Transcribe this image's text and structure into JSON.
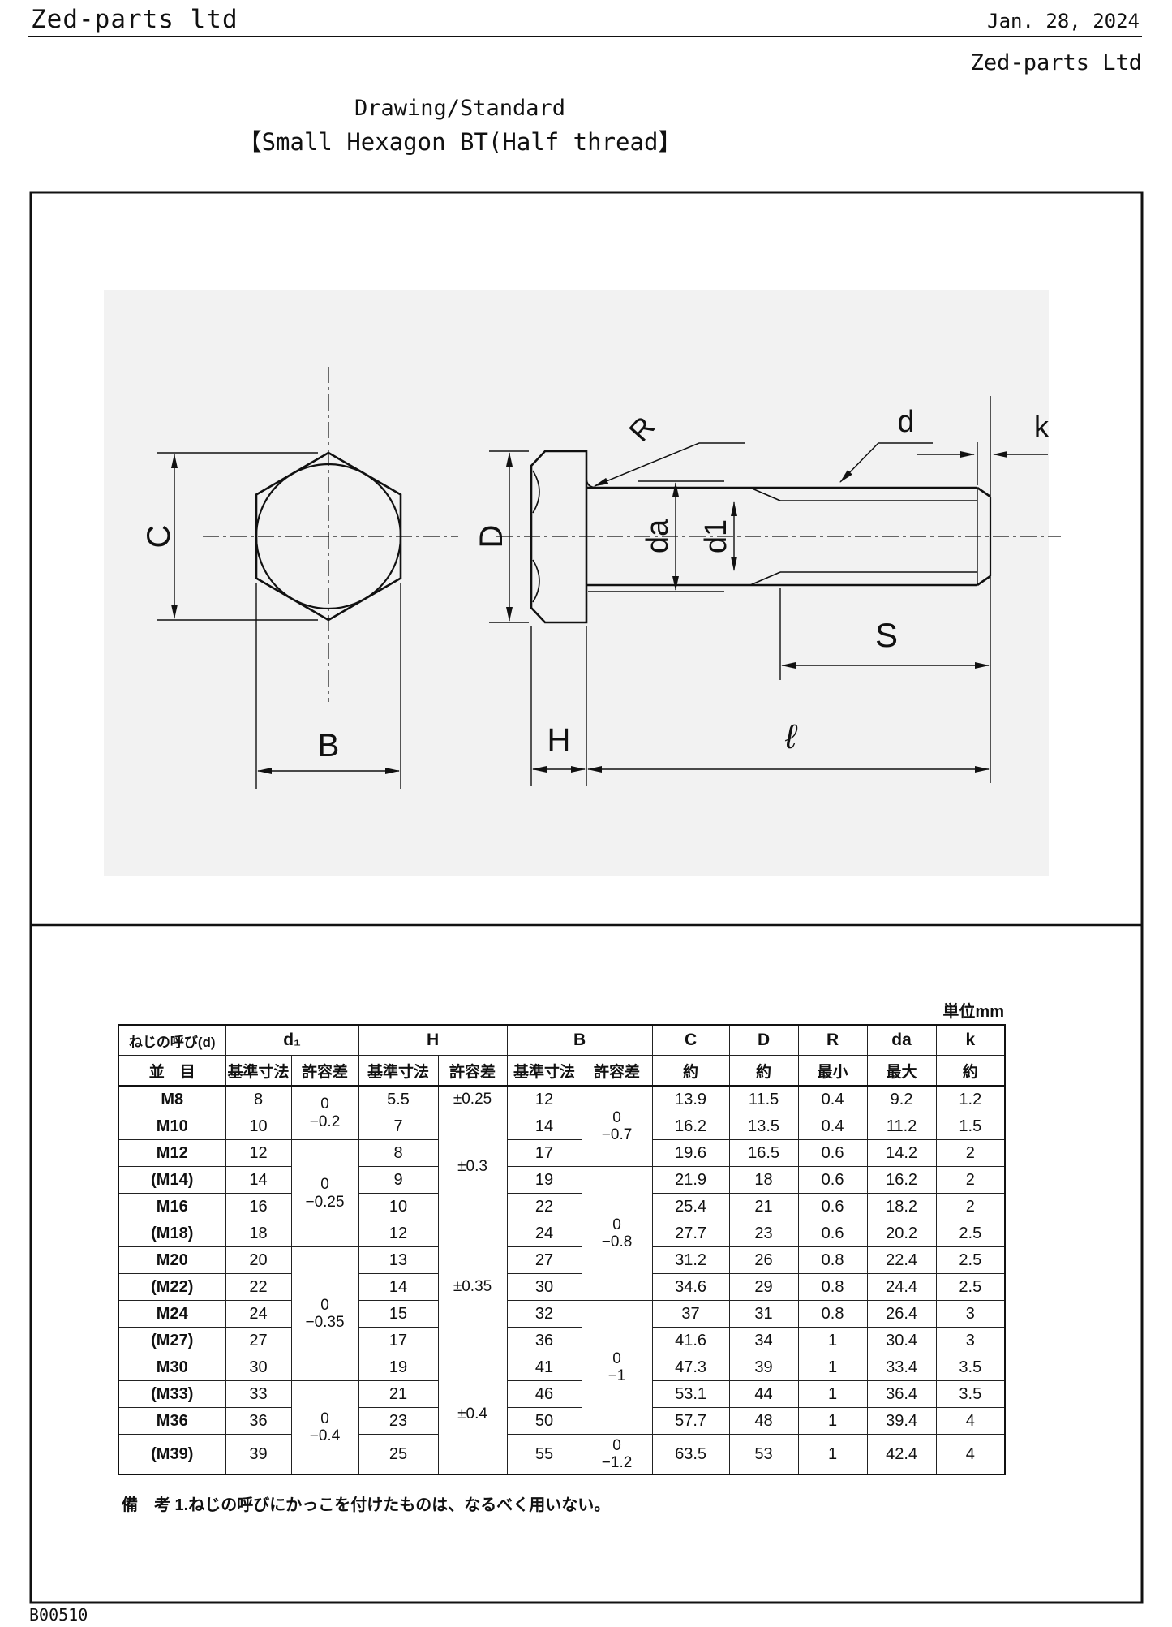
{
  "header": {
    "company_top": "Zed-parts ltd",
    "date": "Jan. 28, 2024",
    "company_right": "Zed-parts Ltd",
    "title": "Drawing/Standard",
    "subtitle": "【Small Hexagon BT(Half thread】"
  },
  "drawing": {
    "labels": {
      "C": "C",
      "B": "B",
      "D": "D",
      "H": "H",
      "R": "R",
      "da": "da",
      "d1": "d1",
      "d": "d",
      "k": "k",
      "S": "S",
      "l": "ℓ"
    }
  },
  "table": {
    "unit_label": "単位mm",
    "header": {
      "name_top": "ねじの呼び(d)",
      "name_bottom": "並　目",
      "g_d1": "d₁",
      "g_h": "H",
      "g_b": "B",
      "sub_dim": "基準寸法",
      "sub_tol": "許容差",
      "c": "C",
      "d": "D",
      "r": "R",
      "da": "da",
      "k": "k",
      "approx": "約",
      "min": "最小",
      "max": "最大"
    },
    "rows": [
      {
        "name": "M8",
        "d1": "8",
        "h": "5.5",
        "b": "12",
        "c": "13.9",
        "d": "11.5",
        "r": "0.4",
        "da": "9.2",
        "k": "1.2"
      },
      {
        "name": "M10",
        "d1": "10",
        "h": "7",
        "b": "14",
        "c": "16.2",
        "d": "13.5",
        "r": "0.4",
        "da": "11.2",
        "k": "1.5"
      },
      {
        "name": "M12",
        "d1": "12",
        "h": "8",
        "b": "17",
        "c": "19.6",
        "d": "16.5",
        "r": "0.6",
        "da": "14.2",
        "k": "2"
      },
      {
        "name": "(M14)",
        "d1": "14",
        "h": "9",
        "b": "19",
        "c": "21.9",
        "d": "18",
        "r": "0.6",
        "da": "16.2",
        "k": "2"
      },
      {
        "name": "M16",
        "d1": "16",
        "h": "10",
        "b": "22",
        "c": "25.4",
        "d": "21",
        "r": "0.6",
        "da": "18.2",
        "k": "2"
      },
      {
        "name": "(M18)",
        "d1": "18",
        "h": "12",
        "b": "24",
        "c": "27.7",
        "d": "23",
        "r": "0.6",
        "da": "20.2",
        "k": "2.5"
      },
      {
        "name": "M20",
        "d1": "20",
        "h": "13",
        "b": "27",
        "c": "31.2",
        "d": "26",
        "r": "0.8",
        "da": "22.4",
        "k": "2.5"
      },
      {
        "name": "(M22)",
        "d1": "22",
        "h": "14",
        "b": "30",
        "c": "34.6",
        "d": "29",
        "r": "0.8",
        "da": "24.4",
        "k": "2.5"
      },
      {
        "name": "M24",
        "d1": "24",
        "h": "15",
        "b": "32",
        "c": "37",
        "d": "31",
        "r": "0.8",
        "da": "26.4",
        "k": "3"
      },
      {
        "name": "(M27)",
        "d1": "27",
        "h": "17",
        "b": "36",
        "c": "41.6",
        "d": "34",
        "r": "1",
        "da": "30.4",
        "k": "3"
      },
      {
        "name": "M30",
        "d1": "30",
        "h": "19",
        "b": "41",
        "c": "47.3",
        "d": "39",
        "r": "1",
        "da": "33.4",
        "k": "3.5"
      },
      {
        "name": "(M33)",
        "d1": "33",
        "h": "21",
        "b": "46",
        "c": "53.1",
        "d": "44",
        "r": "1",
        "da": "36.4",
        "k": "3.5"
      },
      {
        "name": "M36",
        "d1": "36",
        "h": "23",
        "b": "50",
        "c": "57.7",
        "d": "48",
        "r": "1",
        "da": "39.4",
        "k": "4"
      },
      {
        "name": "(M39)",
        "d1": "39",
        "h": "25",
        "b": "55",
        "c": "63.5",
        "d": "53",
        "r": "1",
        "da": "42.4",
        "k": "4"
      }
    ],
    "d1_tol": [
      {
        "row": 0,
        "span": 2,
        "text": "0\n−0.2"
      },
      {
        "row": 2,
        "span": 4,
        "text": "0\n−0.25"
      },
      {
        "row": 6,
        "span": 5,
        "text": "0\n−0.35"
      },
      {
        "row": 11,
        "span": 3,
        "text": "0\n−0.4"
      }
    ],
    "h_tol": [
      {
        "row": 0,
        "span": 1,
        "text": "±0.25"
      },
      {
        "row": 1,
        "span": 4,
        "text": "±0.3"
      },
      {
        "row": 5,
        "span": 5,
        "text": "±0.35"
      },
      {
        "row": 10,
        "span": 4,
        "text": "±0.4"
      }
    ],
    "b_tol": [
      {
        "row": 0,
        "span": 3,
        "text": "0\n−0.7"
      },
      {
        "row": 3,
        "span": 5,
        "text": "0\n−0.8"
      },
      {
        "row": 8,
        "span": 5,
        "text": "0\n−1"
      },
      {
        "row": 13,
        "span": 1,
        "text": "0\n−1.2"
      }
    ],
    "note": "備　考 1.ねじの呼びにかっこを付けたものは、なるべく用いない。"
  },
  "footer": {
    "doc_number": "B00510"
  }
}
